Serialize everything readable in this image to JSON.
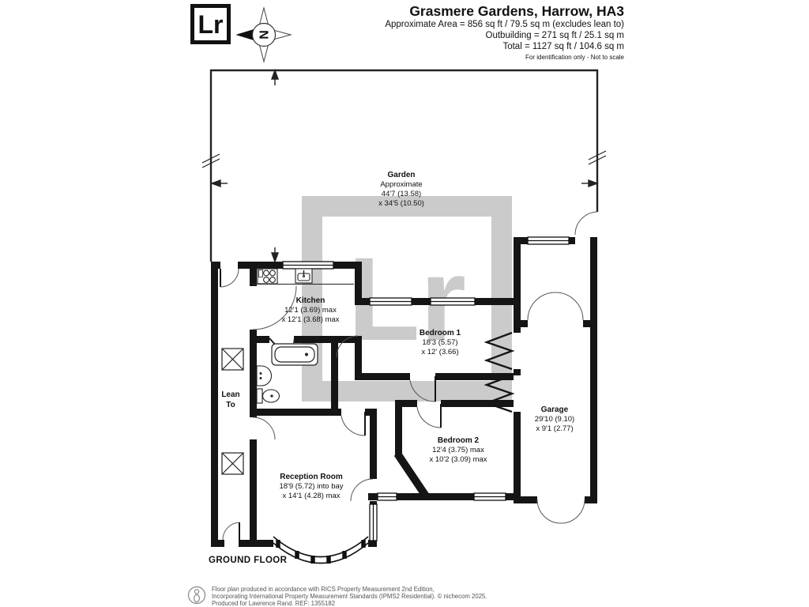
{
  "header": {
    "logo_text": "Lr",
    "title": "Grasmere Gardens, Harrow, HA3",
    "area_line1": "Approximate Area = 856 sq ft / 79.5 sq m (excludes lean to)",
    "area_line2": "Outbuilding = 271 sq ft / 25.1 sq m",
    "area_line3": "Total = 1127 sq ft / 104.6 sq m",
    "disclaimer": "For identification only - Not to scale",
    "compass_letter": "N"
  },
  "watermark_text": "Lr",
  "floor": {
    "label": "GROUND FLOOR"
  },
  "rooms": {
    "garden": {
      "name": "Garden",
      "l1": "Approximate",
      "l2": "44'7 (13.58)",
      "l3": "x 34'5 (10.50)"
    },
    "kitchen": {
      "name": "Kitchen",
      "l1": "12'1 (3.69) max",
      "l2": "x 12'1 (3.68) max"
    },
    "bedroom1": {
      "name": "Bedroom 1",
      "l1": "18'3 (5.57)",
      "l2": "x 12' (3.66)"
    },
    "bedroom2": {
      "name": "Bedroom 2",
      "l1": "12'4 (3.75) max",
      "l2": "x 10'2 (3.09) max"
    },
    "garage": {
      "name": "Garage",
      "l1": "29'10 (9.10)",
      "l2": "x 9'1 (2.77)"
    },
    "reception": {
      "name": "Reception Room",
      "l1": "18'9 (5.72) into bay",
      "l2": "x 14'1 (4.28) max"
    },
    "leanto": {
      "line1": "Lean",
      "line2": "To"
    }
  },
  "footer": {
    "line1": "Floor plan produced in accordance with RICS Property Measurement 2nd Edition,",
    "line2": "Incorporating International Property Measurement Standards (IPMS2 Residential).   © nichecom 2025.",
    "line3": "Produced for Lawrence Rand.   REF: 1355182"
  },
  "colors": {
    "wall": "#151515",
    "watermark": "#cbcbcb",
    "arc": "#555555",
    "footer_text": "#555555"
  }
}
